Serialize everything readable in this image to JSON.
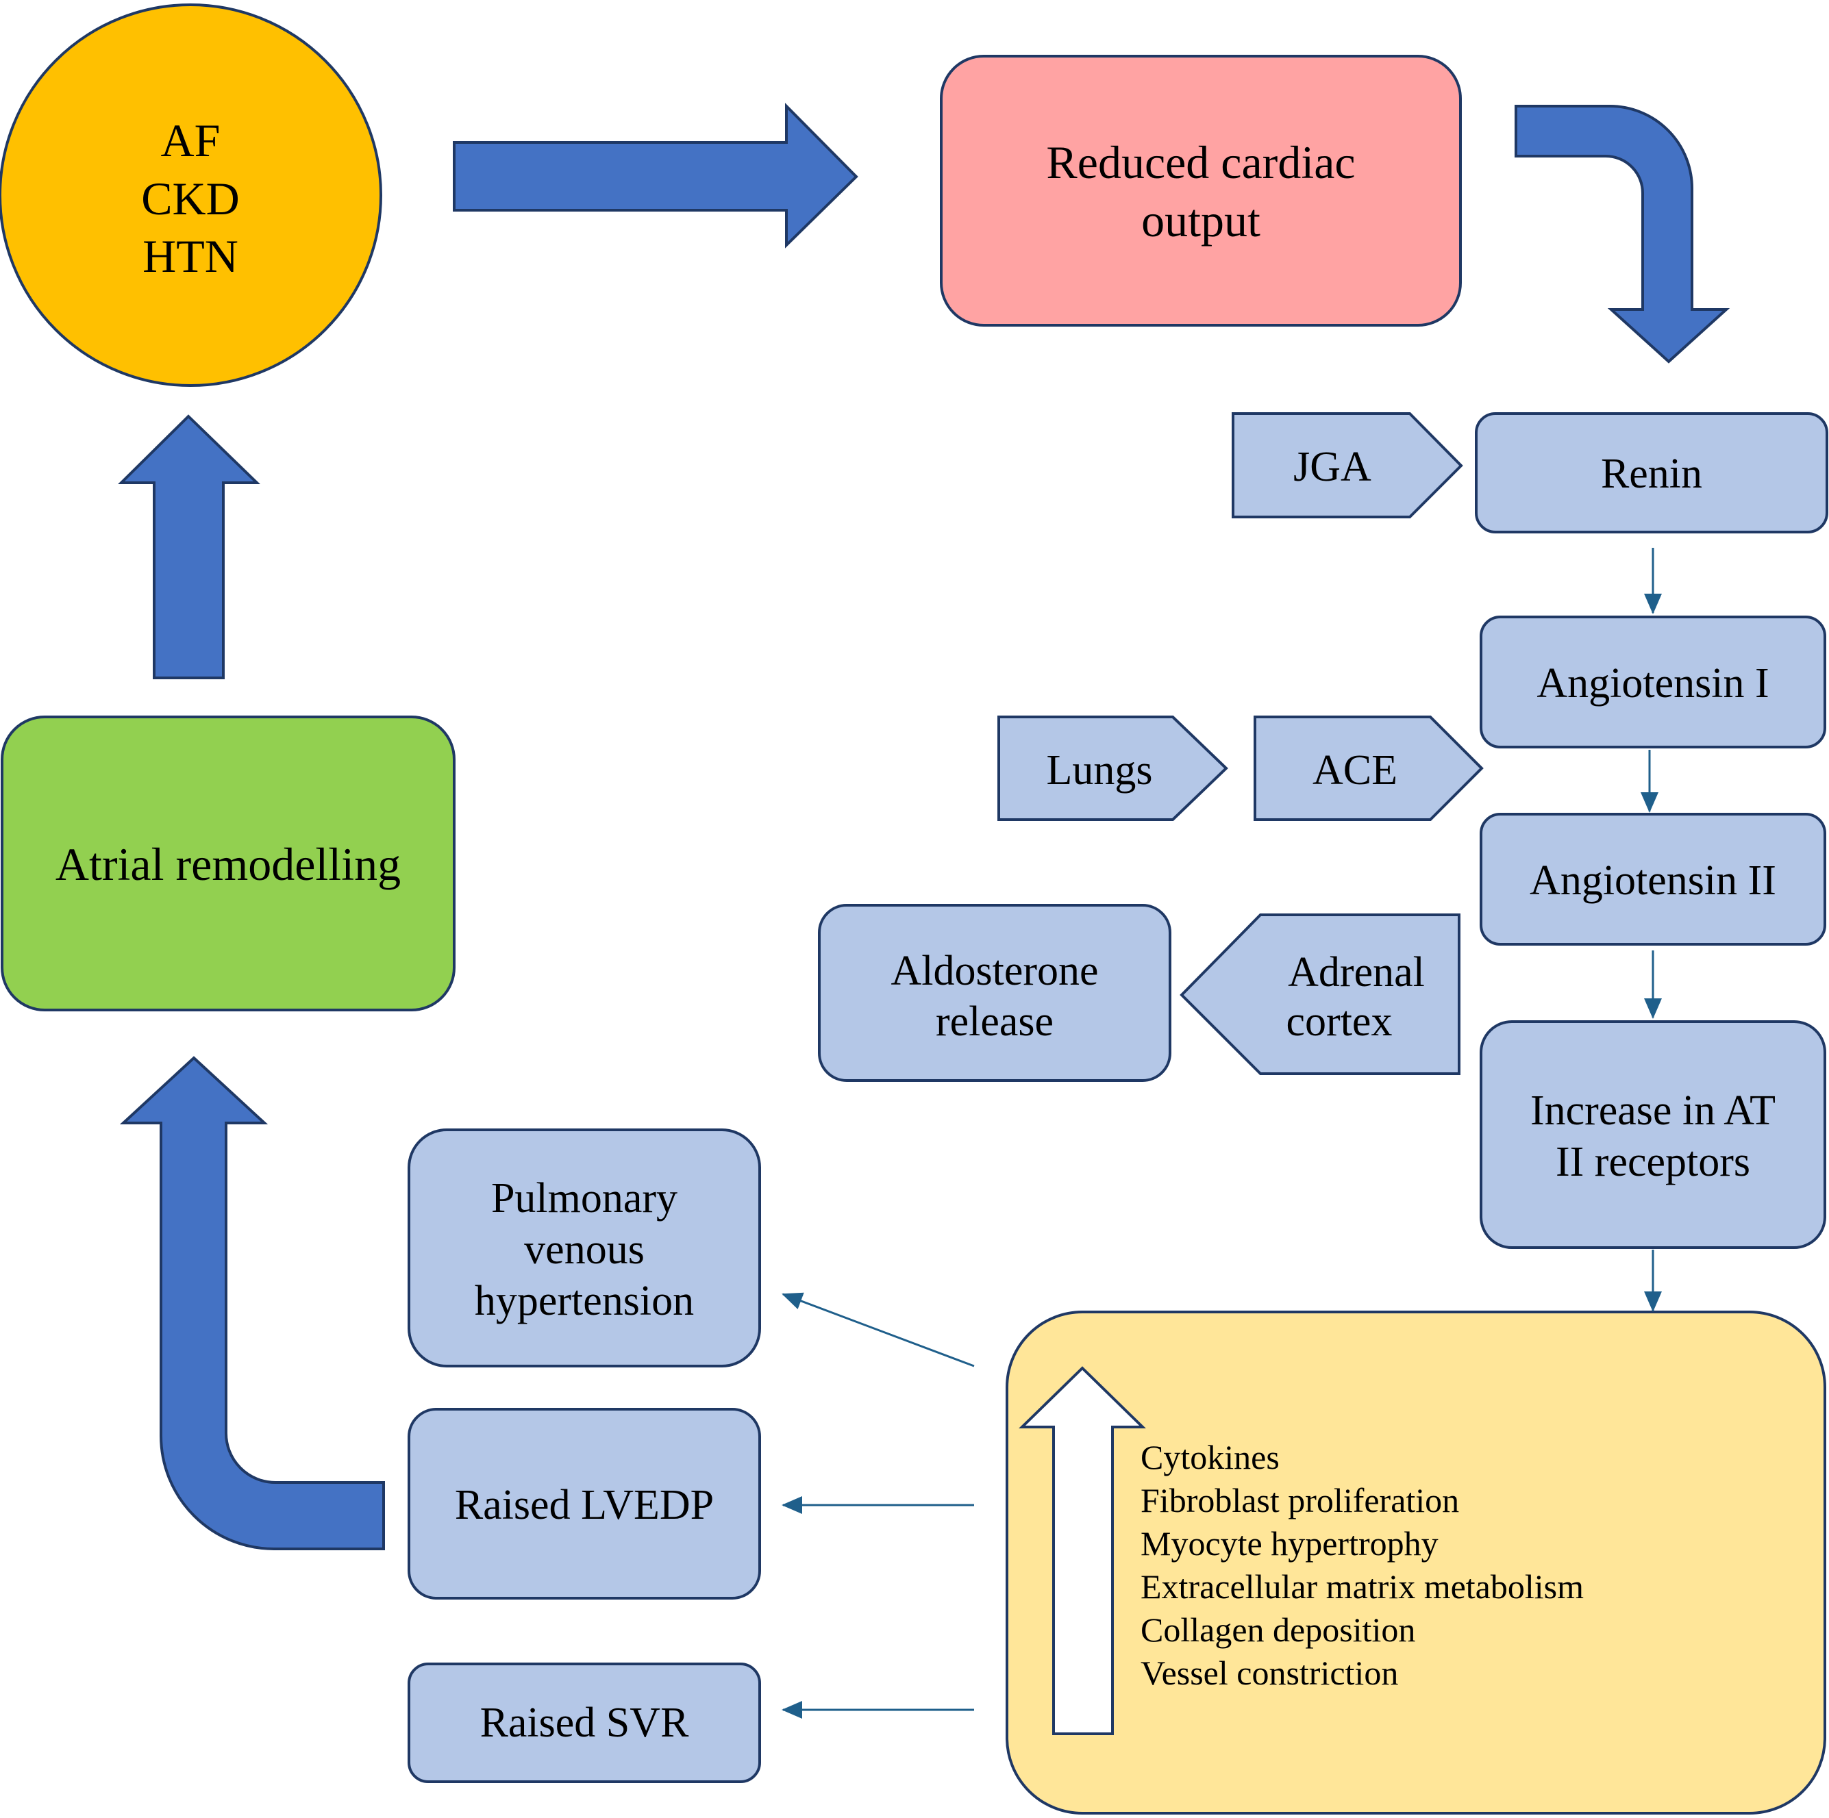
{
  "colors": {
    "blue_arrow": "#4472c4",
    "dark_border": "#1f3864",
    "light_blue_box": "#b4c7e7",
    "orange_circle": "#ffc000",
    "pink_box": "#ffa3a3",
    "green_box": "#92d050",
    "yellow_box": "#ffe699",
    "connector": "#1f5f8b"
  },
  "nodes": {
    "conditions": {
      "line1": "AF",
      "line2": "CKD",
      "line3": "HTN"
    },
    "reduced_output": {
      "line1": "Reduced cardiac",
      "line2": "output"
    },
    "jga": "JGA",
    "renin": "Renin",
    "angiotensin1": "Angiotensin I",
    "lungs": "Lungs",
    "ace": "ACE",
    "angiotensin2": "Angiotensin II",
    "adrenal": {
      "line1": "Adrenal",
      "line2": "cortex"
    },
    "aldosterone": {
      "line1": "Aldosterone",
      "line2": "release"
    },
    "at2_receptors": {
      "line1": "Increase in AT",
      "line2": "II receptors"
    },
    "effects": [
      "Cytokines",
      "Fibroblast proliferation",
      "Myocyte hypertrophy",
      "Extracellular matrix metabolism",
      "Collagen deposition",
      "Vessel constriction"
    ],
    "pulmonary": {
      "line1": "Pulmonary",
      "line2": "venous",
      "line3": "hypertension"
    },
    "lvedp": "Raised LVEDP",
    "svr": "Raised SVR",
    "atrial": "Atrial remodelling"
  }
}
